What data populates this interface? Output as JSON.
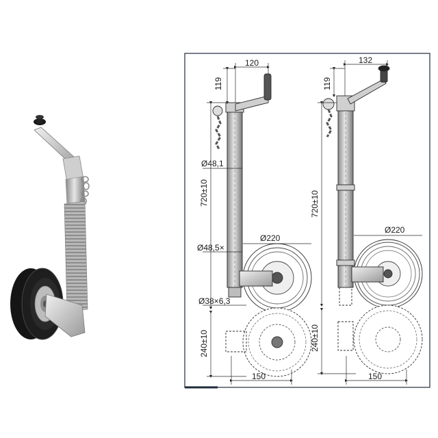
{
  "drawing": {
    "left_view": {
      "handle_offset": "120",
      "handle_height": "119",
      "tube_diameter_upper": "Ø48,1",
      "tube_diameter_lower": "Ø48,5×",
      "axle_diameter": "Ø38×6,3",
      "total_height": "720±10",
      "wheel_diameter": "Ø220",
      "wheel_height": "240±10",
      "wheel_width": "150"
    },
    "right_view": {
      "handle_offset": "132",
      "handle_height": "119",
      "total_height": "720±10",
      "wheel_diameter": "Ø220",
      "wheel_height": "240±10",
      "wheel_width": "150"
    }
  },
  "colors": {
    "line": "#2a2a2a",
    "metal_light": "#d9d9d9",
    "metal_mid": "#a9a9a9",
    "metal_dark": "#6e6e6e",
    "tyre": "#1c1c1c",
    "frame": "#1e2a3a"
  }
}
